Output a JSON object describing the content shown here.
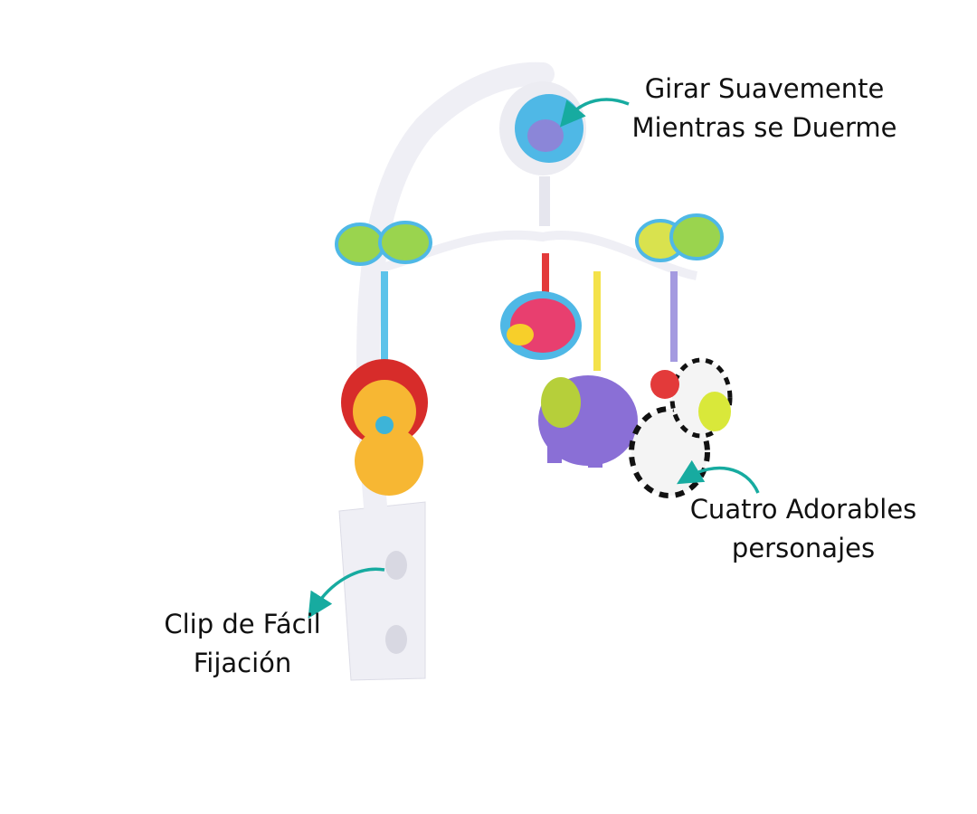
{
  "callouts": {
    "rotate": {
      "line1": "Girar Suavemente",
      "line2": "Mientras se Duerme"
    },
    "characters": {
      "line1": "Cuatro Adorables",
      "line2": "personajes"
    },
    "clip": {
      "line1": "Clip de Fácil",
      "line2": "Fijación"
    }
  },
  "colors": {
    "arrow": "#17aba0",
    "text": "#111111",
    "plastic": "#eeeef4"
  }
}
